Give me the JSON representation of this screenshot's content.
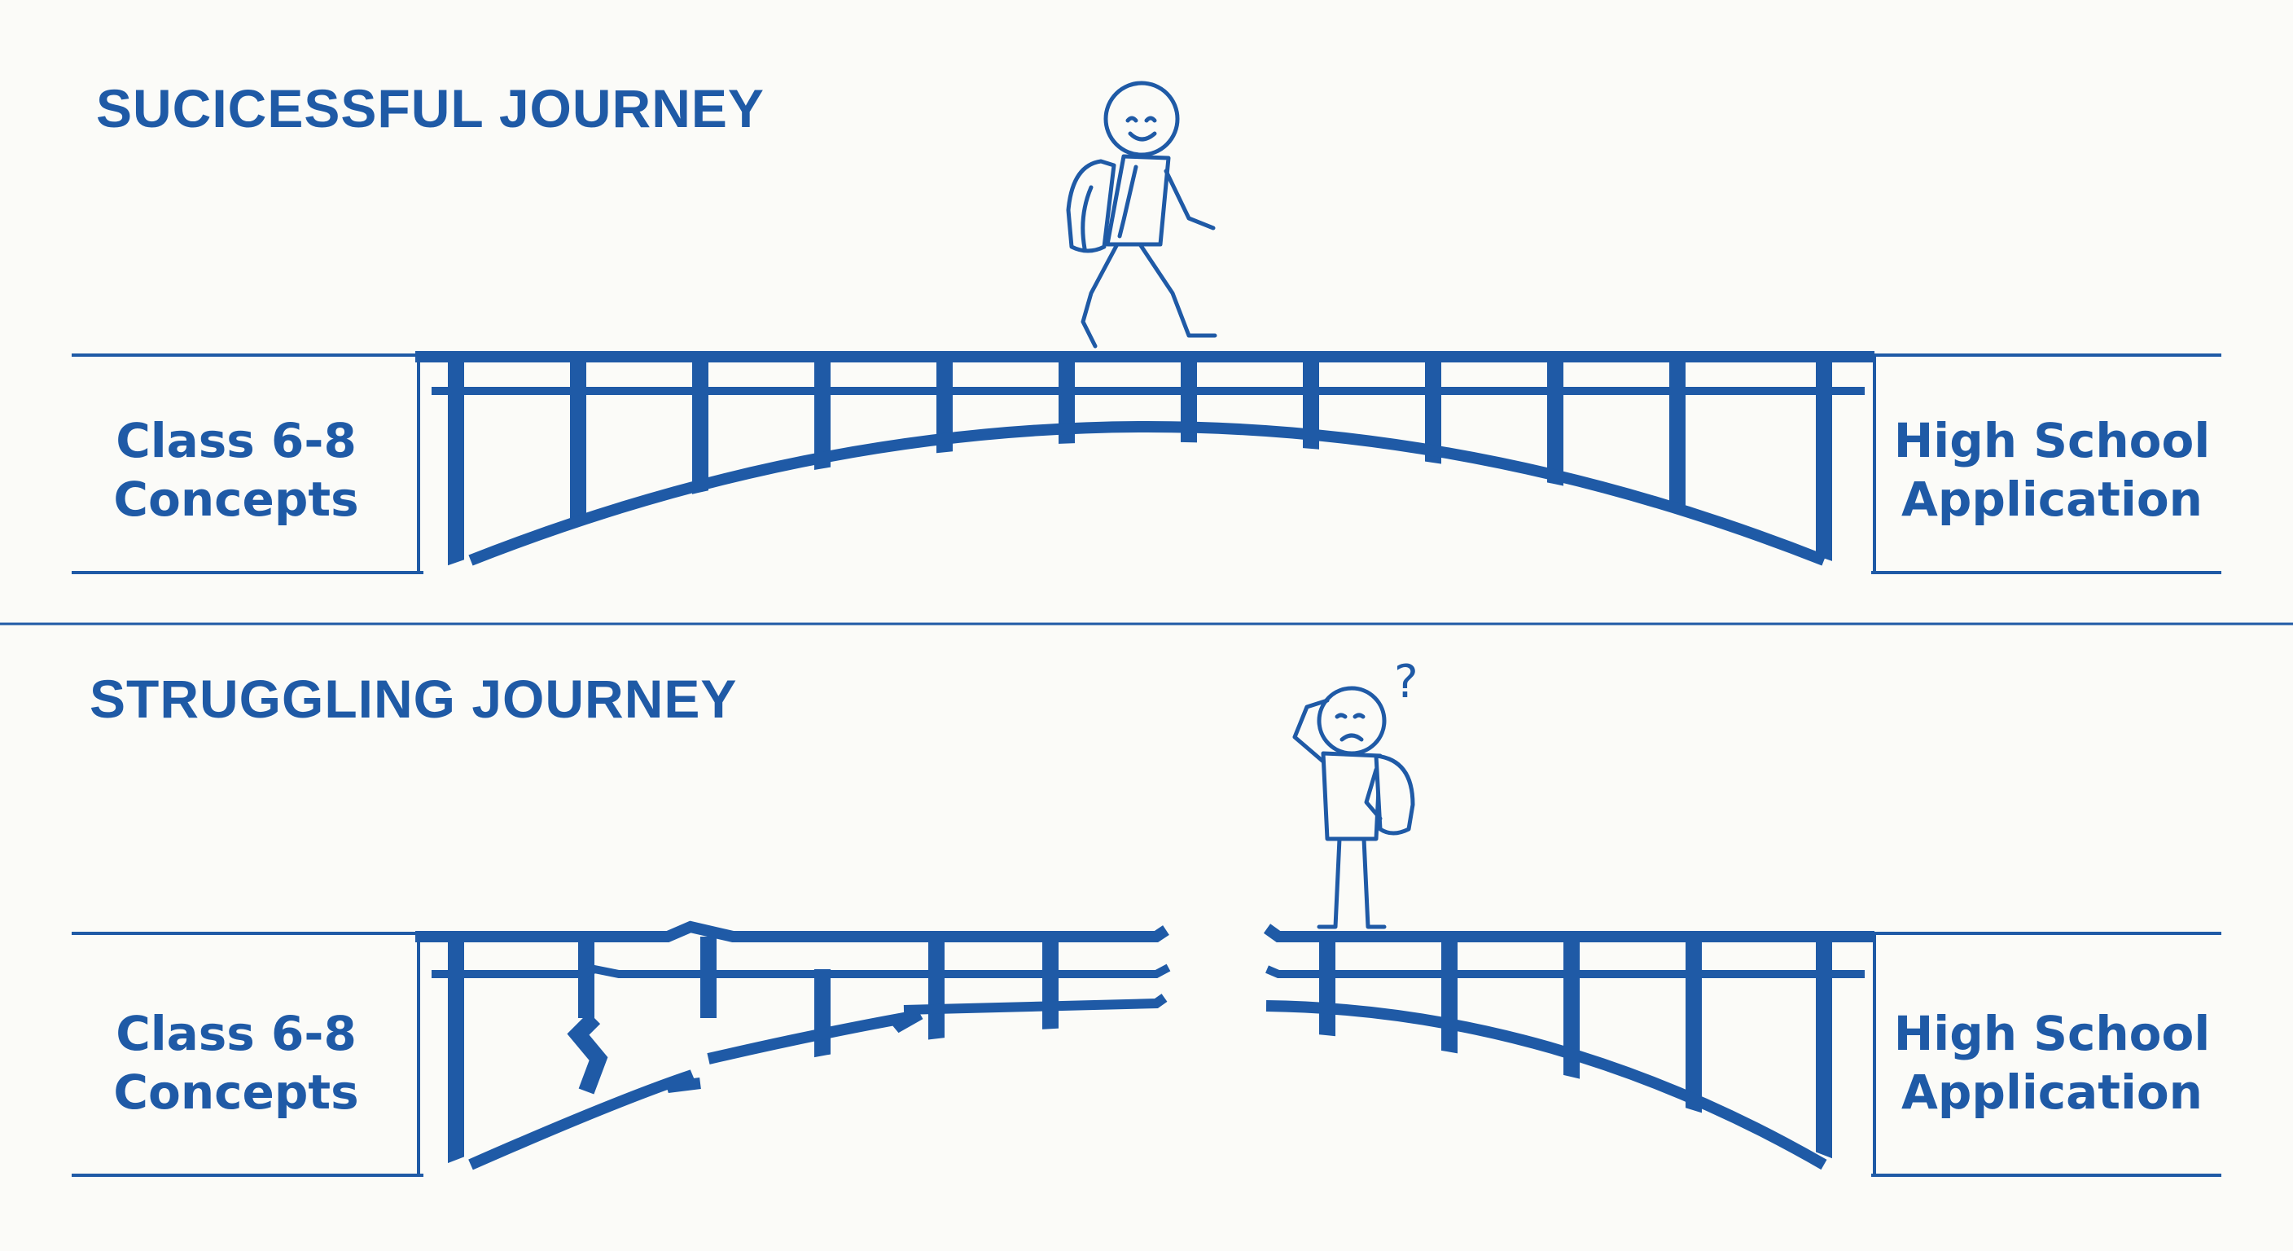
{
  "colors": {
    "accent": "#1f5aa6",
    "background": "#fbfbf8"
  },
  "panels": [
    {
      "heading": "SUCICESSFUL JOURNEY",
      "left_box": {
        "line1": "Class 6-8",
        "line2": "Concepts"
      },
      "right_box": {
        "line1": "High School",
        "line2": "Application"
      },
      "bridge_state": "intact",
      "student_mood": "happy, walking"
    },
    {
      "heading": "STRUGGLING JOURNEY",
      "left_box": {
        "line1": "Class 6-8",
        "line2": "Concepts"
      },
      "right_box": {
        "line1": "High School",
        "line2": "Application"
      },
      "bridge_state": "broken",
      "student_mood": "confused",
      "thought_mark": "?"
    }
  ]
}
